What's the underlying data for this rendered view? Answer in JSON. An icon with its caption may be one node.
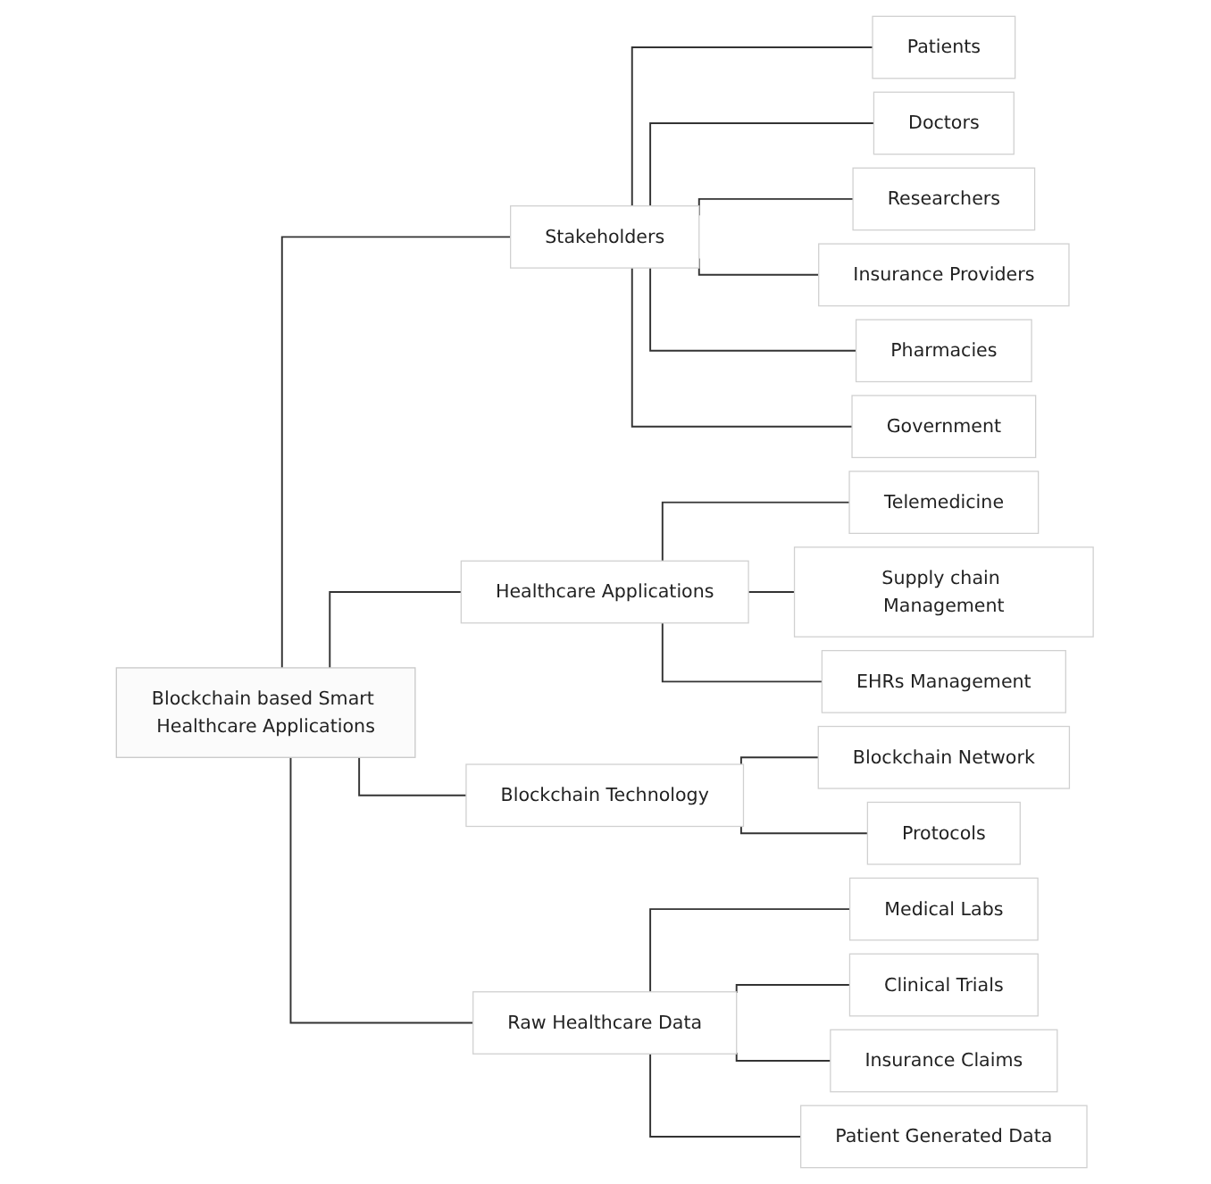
{
  "diagram": {
    "nodes": [
      {
        "text": [
          "Blockchain based Smart Healthcare Applications"
        ]
      },
      {
        "text": [
          "Stakeholders"
        ]
      },
      {
        "text": [
          "Patients"
        ]
      },
      {
        "text": [
          "Doctors"
        ]
      },
      {
        "text": [
          "Researchers"
        ]
      },
      {
        "text": [
          "Insurance Providers"
        ]
      },
      {
        "text": [
          "Pharmacies"
        ]
      },
      {
        "text": [
          "Government"
        ]
      },
      {
        "text": [
          "Healthcare Applications"
        ]
      },
      {
        "text": [
          "Telemedicine"
        ]
      },
      {
        "text": [
          "Supply chain Management"
        ]
      },
      {
        "text": [
          "EHRs Management"
        ]
      },
      {
        "text": [
          "Blockchain Technology"
        ]
      },
      {
        "text": [
          "Blockchain Network"
        ]
      },
      {
        "text": [
          "Protocols"
        ]
      },
      {
        "text": [
          "Raw Healthcare Data"
        ]
      },
      {
        "text": [
          "Medical Labs"
        ]
      },
      {
        "text": [
          "Clinical Trials"
        ]
      },
      {
        "text": [
          "Insurance Claims"
        ]
      },
      {
        "text": [
          "Patient Generated Data"
        ]
      }
    ],
    "edges": [
      {
        "from": 0,
        "to": 1,
        "arrow": "none"
      },
      {
        "from": 0,
        "to": 8,
        "arrow": "none"
      },
      {
        "from": 0,
        "to": 12,
        "arrow": "none"
      },
      {
        "from": 0,
        "to": 15,
        "arrow": "none"
      },
      {
        "from": 1,
        "to": 2,
        "arrow": "none"
      },
      {
        "from": 1,
        "to": 3,
        "arrow": "none"
      },
      {
        "from": 1,
        "to": 4,
        "arrow": "none"
      },
      {
        "from": 1,
        "to": 5,
        "arrow": "none"
      },
      {
        "from": 1,
        "to": 6,
        "arrow": "none"
      },
      {
        "from": 1,
        "to": 7,
        "arrow": "none"
      },
      {
        "from": 8,
        "to": 9,
        "arrow": "none"
      },
      {
        "from": 8,
        "to": 10,
        "arrow": "none"
      },
      {
        "from": 8,
        "to": 11,
        "arrow": "none"
      },
      {
        "from": 12,
        "to": 13,
        "arrow": "none"
      },
      {
        "from": 12,
        "to": 14,
        "arrow": "none"
      },
      {
        "from": 15,
        "to": 16,
        "arrow": "none"
      },
      {
        "from": 15,
        "to": 17,
        "arrow": "none"
      },
      {
        "from": 15,
        "to": 18,
        "arrow": "none"
      },
      {
        "from": 15,
        "to": 19,
        "arrow": "none"
      }
    ]
  }
}
